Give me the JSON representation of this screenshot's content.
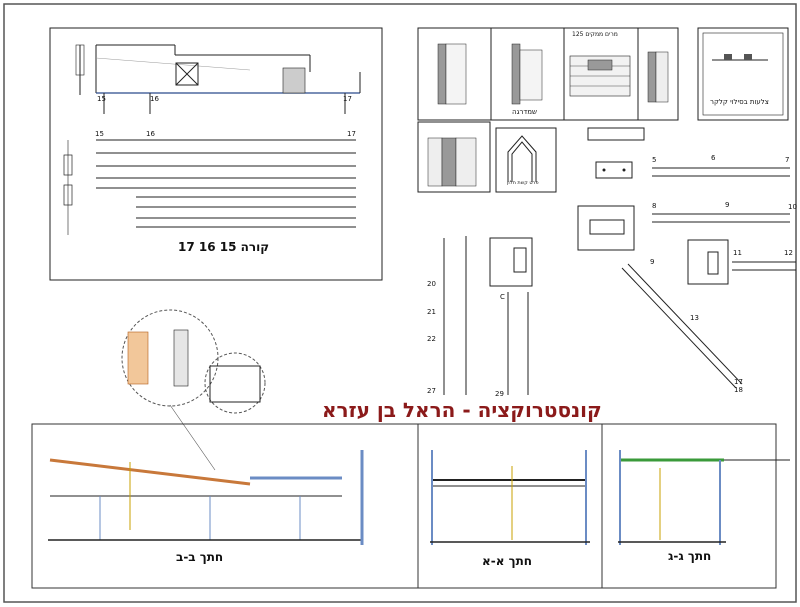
{
  "banner": "קונסטרוקציה - הראל בן עזרא",
  "colors": {
    "banner": "#8b1a1a",
    "line": "#111111",
    "beam": "#c8783a",
    "steel": "#6b8cc4",
    "green": "#3a9a3a"
  },
  "beam_sheet": {
    "title": "קורה 15 16 17",
    "top_numbers": [
      "15",
      "16",
      "17"
    ],
    "axis_numbers": [
      "15",
      "16",
      "17"
    ]
  },
  "details": {
    "stair_label": "שמדרגה",
    "window_title": "מרים ממקים 125",
    "plaster_note": "צלעות בסילוי קלקר",
    "arch_caption": "פרט קשת חלון"
  },
  "bars": {
    "bar_numbers": [
      "20",
      "21",
      "22",
      "27",
      "29",
      "C"
    ],
    "rebar_numbers": [
      "5",
      "6",
      "7",
      "8",
      "9",
      "10",
      "11",
      "12"
    ],
    "diag_numbers": [
      "9",
      "13",
      "17",
      "18"
    ]
  },
  "sections": [
    {
      "title": "חתך ב-ב"
    },
    {
      "title": "חתך א-א"
    },
    {
      "title": "חתך ג-ג"
    }
  ]
}
